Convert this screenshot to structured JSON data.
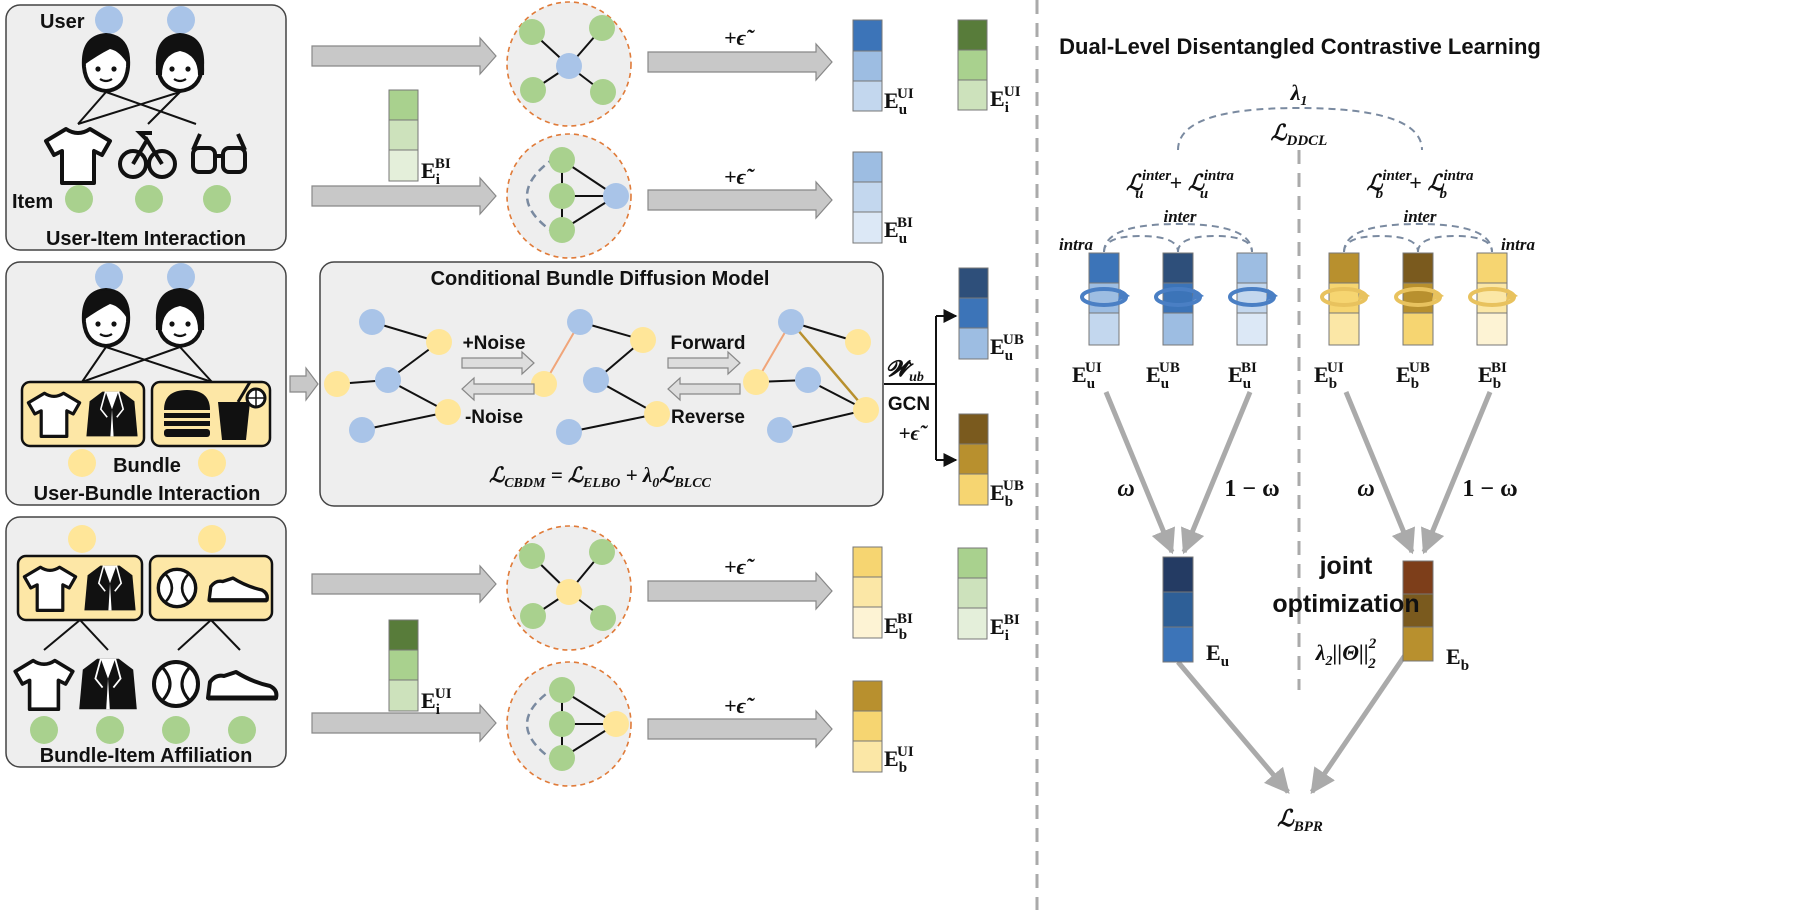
{
  "colors": {
    "user": "#a9c4e8",
    "item": "#a9d18e",
    "bundle": "#ffe699",
    "panel": "#eeeeee",
    "bundle_box": "#fde7a6",
    "blue": [
      "#2e5f97",
      "#3c74b8",
      "#9dbde2",
      "#c3d7ee",
      "#dce8f6"
    ],
    "green": [
      "#587c3a",
      "#a9d18e",
      "#cde2bc",
      "#e4efda"
    ],
    "gold": [
      "#7a5a1e",
      "#b8902e",
      "#f6d571",
      "#fbe7a6",
      "#fdf3d4"
    ],
    "brown": "#7d3e1a"
  },
  "panel1": {
    "user_label": "User",
    "item_label": "Item",
    "title": "User-Item Interaction"
  },
  "panel2": {
    "bundle_label": "Bundle",
    "title": "User-Bundle Interaction"
  },
  "panel3": {
    "title": "Bundle-Item Affiliation"
  },
  "cbdm": {
    "title": "Conditional Bundle Diffusion Model",
    "plus_noise": "+Noise",
    "minus_noise": "-Noise",
    "forward": "Forward",
    "reverse": "Reverse",
    "loss_lhs": "ℒ",
    "loss_lhs_sub": "CBDM",
    "loss_eq": " = ℒ",
    "loss_elbo_sub": "ELBO",
    "loss_plus": " + λ",
    "loss_lambda_sub": "0",
    "loss_l": "ℒ",
    "loss_blcc_sub": "BLCC"
  },
  "noise": "+ϵ̃",
  "gcn": {
    "w": "𝓦̂",
    "w_sub": "ub",
    "label": "GCN",
    "noise": "+ϵ̃"
  },
  "emb": {
    "E": "E",
    "u": "u",
    "i": "i",
    "b": "b",
    "UI": "UI",
    "BI": "BI",
    "UB": "UB"
  },
  "right": {
    "title": "Dual-Level Disentangled Contrastive Learning",
    "lambda": "λ",
    "lambda_sub": "1",
    "ddcl": "ℒ",
    "ddcl_sub": "DDCL",
    "L": "ℒ",
    "inter": "inter",
    "intra": "intra",
    "plus": "+",
    "omega": "ω",
    "one_minus_omega": "1 − ω",
    "joint1": "joint",
    "joint2": "optimization",
    "reg_lambda": "λ",
    "reg_lambda_sub": "2",
    "reg_body": "||Θ||",
    "reg_sup": "2",
    "reg_sub": "2",
    "bpr": "ℒ",
    "bpr_sub": "BPR"
  }
}
